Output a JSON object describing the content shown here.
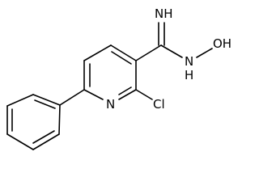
{
  "molecule": {
    "atom_labels": {
      "nh": "NH",
      "oh": "OH",
      "n_amide": "N",
      "h_amide": "H",
      "n_ring": "N",
      "cl": "Cl"
    },
    "colors": {
      "bond": "#000000",
      "background": "#ffffff"
    }
  }
}
